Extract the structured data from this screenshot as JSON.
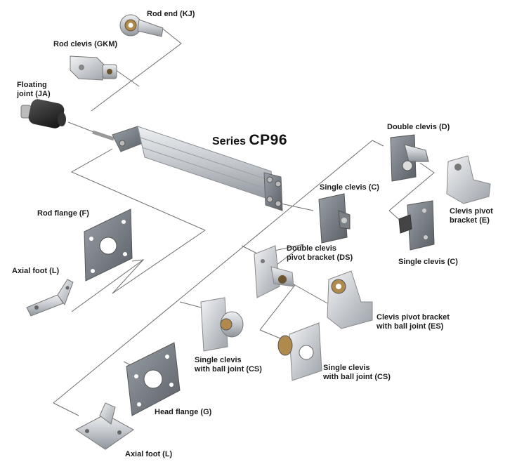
{
  "title": {
    "prefix": "Series",
    "model": "CP96"
  },
  "labels": {
    "rod_end": "Rod end (KJ)",
    "rod_clevis": "Rod clevis (GKM)",
    "floating_joint": "Floating\njoint (JA)",
    "double_clevis": "Double clevis (D)",
    "single_clevis_top": "Single clevis (C)",
    "clevis_pivot_bracket": "Clevis pivot\nbracket (E)",
    "single_clevis_right": "Single clevis (C)",
    "rod_flange": "Rod flange (F)",
    "axial_foot_left": "Axial foot (L)",
    "double_clevis_pivot_bracket": "Double clevis\npivot bracket (DS)",
    "clevis_pivot_bracket_ball": "Clevis pivot bracket\nwith ball joint (ES)",
    "single_clevis_ball_left": "Single clevis\nwith ball joint (CS)",
    "single_clevis_ball_right": "Single clevis\nwith ball joint (CS)",
    "head_flange": "Head flange (G)",
    "axial_foot_bottom": "Axial foot (L)"
  },
  "colors": {
    "line": "#6e6e6e",
    "aluminum": "#c9ccd0",
    "dark_metal": "#6f747b",
    "black_part": "#222222",
    "bronze": "#b08a4c"
  }
}
